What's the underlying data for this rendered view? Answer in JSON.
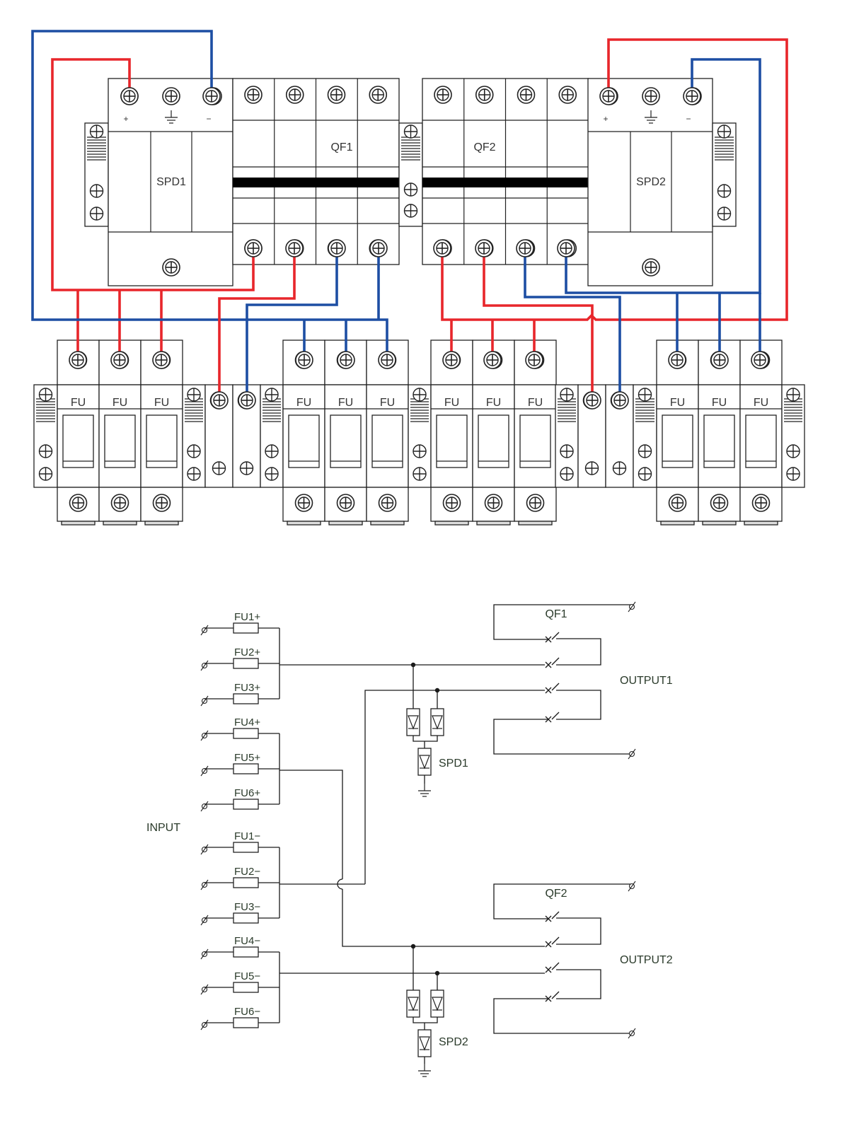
{
  "colors": {
    "positive_wire": "#e8262b",
    "negative_wire": "#1d4ea3",
    "outline": "#222222",
    "schematic_line": "#1a1a1a",
    "label_text": "#333333"
  },
  "wiring": {
    "spd_left": {
      "label": "SPD1",
      "plus": "+",
      "minus": "−"
    },
    "spd_right": {
      "label": "SPD2",
      "plus": "+",
      "minus": "−"
    },
    "breaker_left": {
      "label": "QF1"
    },
    "breaker_right": {
      "label": "QF2"
    },
    "fuse_label": "FU"
  },
  "schematic": {
    "input_label": "INPUT",
    "output1_label": "OUTPUT1",
    "output2_label": "OUTPUT2",
    "qf1_label": "QF1",
    "qf2_label": "QF2",
    "spd1_label": "SPD1",
    "spd2_label": "SPD2",
    "fuses": [
      "FU1+",
      "FU2+",
      "FU3+",
      "FU4+",
      "FU5+",
      "FU6+",
      "FU1−",
      "FU2−",
      "FU3−",
      "FU4−",
      "FU5−",
      "FU6−"
    ]
  }
}
